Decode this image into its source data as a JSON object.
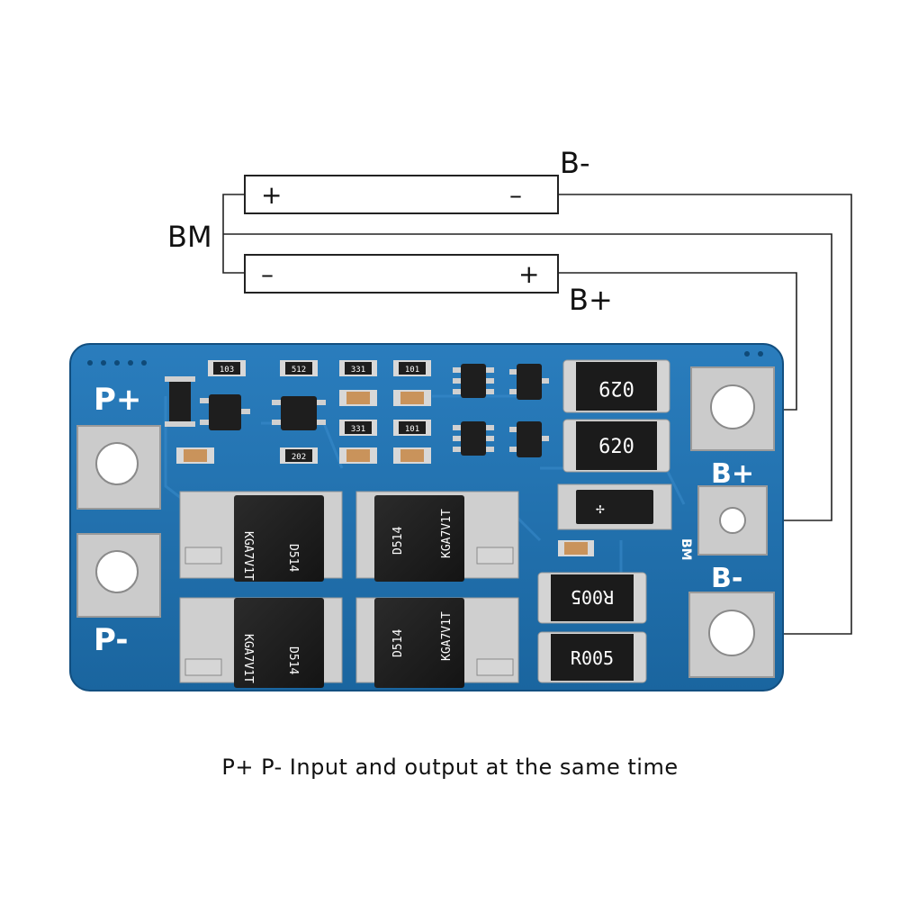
{
  "cells": {
    "top": {
      "left_sign": "+",
      "right_sign": "–"
    },
    "bottom": {
      "left_sign": "–",
      "right_sign": "+"
    },
    "label_bm": "BM",
    "label_b_minus": "B-",
    "label_b_plus": "B+"
  },
  "board": {
    "labels": {
      "p_plus": "P+",
      "p_minus": "P-",
      "b_plus": "B+",
      "b_minus": "B-",
      "bm": "BM"
    },
    "resistors": {
      "r1": "103",
      "r2": "512",
      "r3": "331",
      "r4": "101",
      "r5": "331",
      "r6": "101",
      "r7": "202"
    },
    "mosfet": {
      "top_left": [
        "KGA7V1T",
        "D514"
      ],
      "top_right": [
        "D514",
        "KGA7V1T"
      ],
      "bottom_left": [
        "KGA7V1T",
        "D514"
      ],
      "bottom_right": [
        "D514",
        "KGA7V1T"
      ]
    },
    "shunt_top": "029",
    "shunt_mid": "620",
    "shunt_lower": "R005",
    "shunt_bottom": "R005"
  },
  "caption": "P+ P- Input and output at the same time",
  "colors": {
    "pcb": "#1c6fae",
    "pcb_dark": "#155a8f",
    "pad": "#c9c9c9",
    "chip": "#1d1d1d",
    "line": "#222222"
  }
}
